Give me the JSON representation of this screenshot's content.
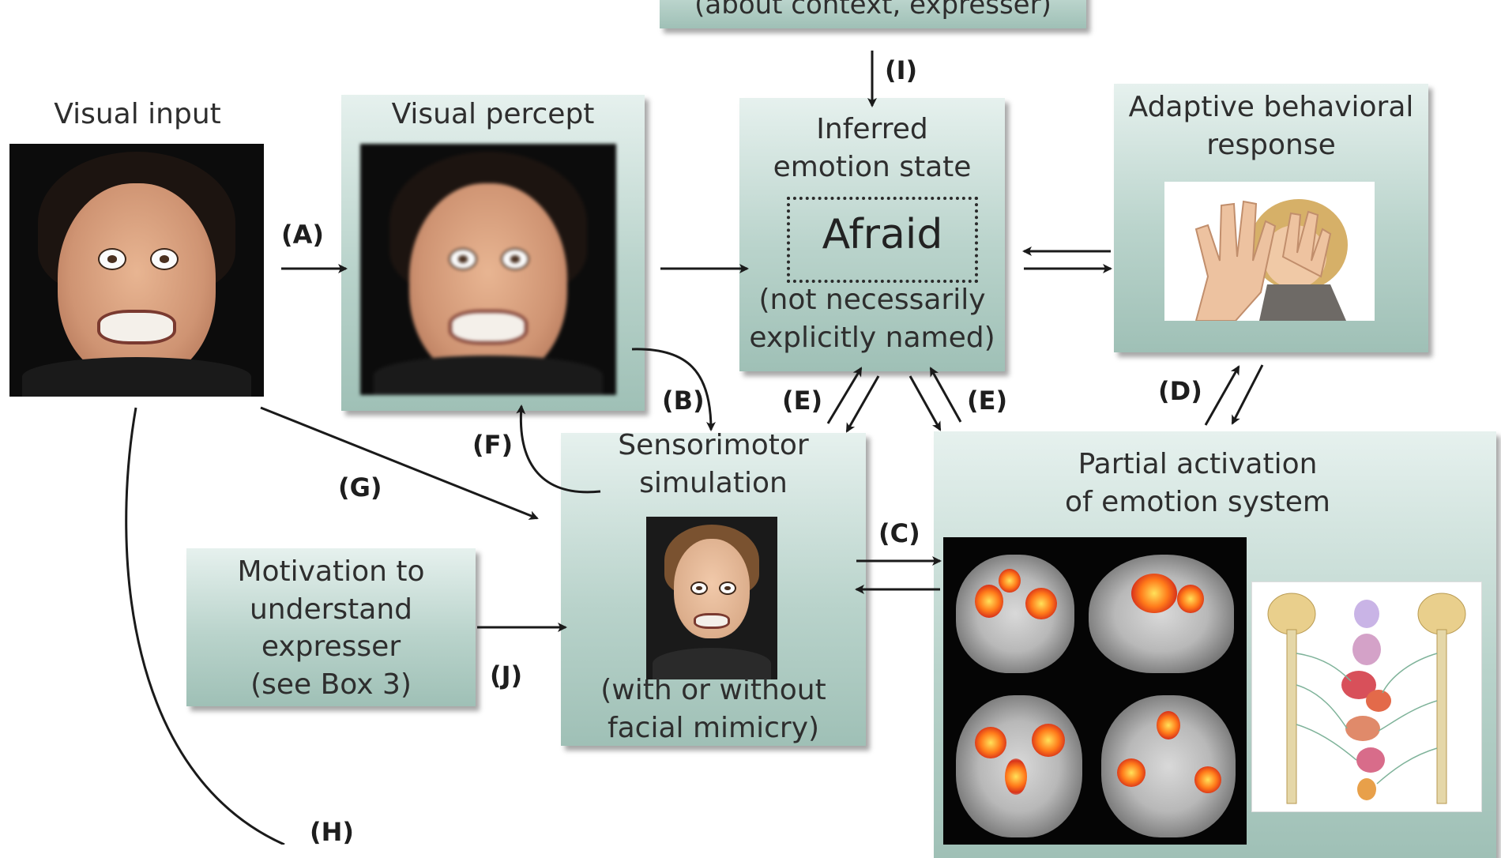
{
  "labels": {
    "visual_input": "Visual input",
    "visual_percept": "Visual percept",
    "top_box": "(about context, expresser)",
    "inferred_title": "Inferred\nemotion state",
    "afraid": "Afraid",
    "inferred_note": "(not necessarily\nexplicitly named)",
    "adaptive": "Adaptive behavioral\nresponse",
    "sensorimotor_title": "Sensorimotor\nsimulation",
    "sensorimotor_note": "(with or without\nfacial mimicry)",
    "motivation": "Motivation to\nunderstand\nexpresser\n(see Box 3)",
    "partial": "Partial activation\nof emotion system"
  },
  "arrow_letters": {
    "A": "(A)",
    "B": "(B)",
    "C": "(C)",
    "D": "(D)",
    "E1": "(E)",
    "E2": "(E)",
    "F": "(F)",
    "G": "(G)",
    "H": "(H)",
    "I": "(I)",
    "J": "(J)"
  },
  "colors": {
    "box_top": "#e6f1ee",
    "box_bottom": "#9fc0b6",
    "arrow": "#1a1a1a"
  }
}
